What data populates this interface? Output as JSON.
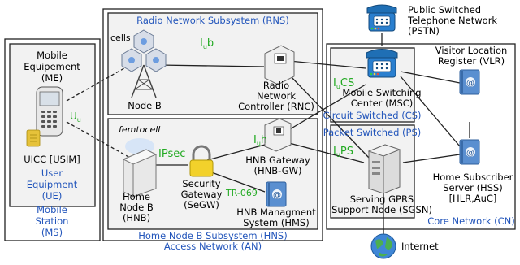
{
  "colors": {
    "blue_text": "#2255bb",
    "green_text": "#22aa22",
    "box_border": "#222222",
    "box_fill": "#f2f2f2"
  },
  "ms_box": {
    "ms_label_1": "Mobile",
    "ms_label_2": "Station",
    "ms_label_3": "(MS)",
    "me_label_1": "Mobile",
    "me_label_2": "Equipement",
    "me_label_3": "(ME)",
    "uicc_label": "UICC [USIM]",
    "ue_label_1": "User",
    "ue_label_2": "Equipment",
    "ue_label_3": "(UE)"
  },
  "access_network": {
    "title": "Access Network (AN)",
    "rns": {
      "title": "Radio Network Subsystem (RNS)",
      "cells_label": "cells",
      "iub_main": "I",
      "iub_sub": "u",
      "iub_tail": "b",
      "node_b_label": "Node B",
      "rnc_label_1": "Radio",
      "rnc_label_2": "Network",
      "rnc_label_3": "Controller (RNC)"
    },
    "hns": {
      "title": "Home Node B Subsystem (HNS)",
      "femtocell_label": "femtocell",
      "ipsec_label": "IPsec",
      "iuh_main": "I",
      "iuh_sub": "u",
      "iuh_tail": "h",
      "tr069_label": "TR-069",
      "hnb_label_1": "Home",
      "hnb_label_2": "Node B",
      "hnb_label_3": "(HNB)",
      "segw_label_1": "Security",
      "segw_label_2": "Gateway",
      "segw_label_3": "(SeGW)",
      "hnbgw_label_1": "HNB Gateway",
      "hnbgw_label_2": "(HNB-GW)",
      "hms_label_1": "HNB Managment",
      "hms_label_2": "System (HMS)"
    }
  },
  "uu_main": "U",
  "uu_sub": "u",
  "core_network": {
    "title": "Core Network (CN)",
    "cs_title": "Circuit Switched (CS)",
    "ps_title": "Packet Switched (PS)",
    "iucs_main": "I",
    "iucs_sub": "u",
    "iucs_tail": "CS",
    "iups_main": "I",
    "iups_sub": "u",
    "iups_tail": "PS",
    "msc_label_1": "Mobile Switching",
    "msc_label_2": "Center (MSC)",
    "sgsn_label_1": "Serving GPRS",
    "sgsn_label_2": "Support Node (SGSN)",
    "vlr_label_1": "Visitor Location",
    "vlr_label_2": "Register (VLR)",
    "hss_label_1": "Home Subscriber",
    "hss_label_2": "Server (HSS)",
    "hss_label_3": "[HLR,AuC]"
  },
  "pstn": {
    "label_1": "Public Switched",
    "label_2": "Telephone Network",
    "label_3": "(PSTN)"
  },
  "internet_label": "Internet"
}
